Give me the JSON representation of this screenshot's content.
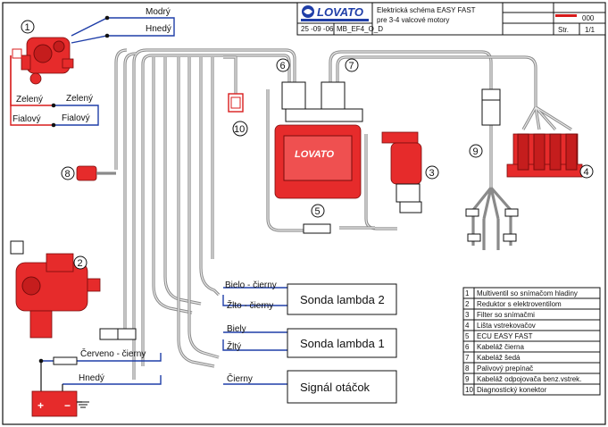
{
  "title_block": {
    "logo_text": "LOVATO",
    "title_line1": "Elektrická schéma EASY FAST",
    "title_line2": "pre 3-4 valcové motory",
    "date": "25 -09 -06",
    "file_code": "MB_EF4_O_D",
    "doc_no": "000",
    "page_label": "Str.",
    "page_value": "1/1"
  },
  "wire_labels": {
    "modry": "Modrý",
    "hnedy_top": "Hnedý",
    "zeleny_left": "Zelený",
    "zeleny_right": "Zelený",
    "fialovy_left": "Fialový",
    "fialovy_right": "Fialový",
    "bielo_cierny": "Bielo - čierny",
    "zlto_cierny": "Žlto - čierny",
    "biely": "Biely",
    "zlty": "Žltý",
    "cerveno_cierny": "Červeno - čierny",
    "hnedy_bottom": "Hnedý",
    "cierny": "Čierny"
  },
  "signal_boxes": {
    "lambda2": "Sonda lambda 2",
    "lambda1": "Sonda lambda 1",
    "otackov": "Signál otáčok"
  },
  "callouts": [
    "1",
    "2",
    "3",
    "4",
    "5",
    "6",
    "7",
    "8",
    "9",
    "10"
  ],
  "ecu_logo": "LOVATO",
  "legend": [
    {
      "n": "1",
      "text": "Multiventil so snímačom hladiny"
    },
    {
      "n": "2",
      "text": "Reduktor s elektroventilom"
    },
    {
      "n": "3",
      "text": "Filter so snímačmi"
    },
    {
      "n": "4",
      "text": "Lišta vstrekovačov"
    },
    {
      "n": "5",
      "text": "ECU EASY FAST"
    },
    {
      "n": "6",
      "text": "Kabeláž čierna"
    },
    {
      "n": "7",
      "text": "Kabeláž šedá"
    },
    {
      "n": "8",
      "text": "Palivový prepínač"
    },
    {
      "n": "9",
      "text": "Kabeláž odpojovača benz.vstrek."
    },
    {
      "n": "10",
      "text": "Diagnostický konektor"
    }
  ],
  "colors": {
    "blue_wire": "#1f3ea8",
    "red_parts": "#e62b2b",
    "harness": "#8a8a8a"
  }
}
